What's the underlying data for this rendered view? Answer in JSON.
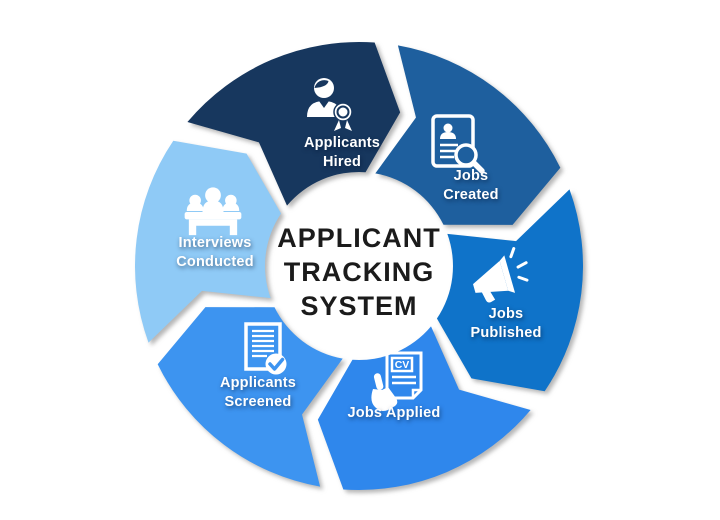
{
  "page": {
    "background": "#ffffff"
  },
  "diagram": {
    "type": "cycle-arrows",
    "direction": "clockwise",
    "title_lines": [
      "APPLICANT",
      "TRACKING",
      "SYSTEM"
    ],
    "title_color": "#1b1b1b",
    "label_color": "#ffffff",
    "segments": [
      {
        "id": "applicants-hired",
        "label_lines": [
          "Applicants",
          "Hired"
        ],
        "color": "#17375e",
        "icon": "person-medal-icon"
      },
      {
        "id": "jobs-created",
        "label_lines": [
          "Jobs",
          "Created"
        ],
        "color": "#1e5f9e",
        "icon": "document-search-icon"
      },
      {
        "id": "jobs-published",
        "label_lines": [
          "Jobs",
          "Published"
        ],
        "color": "#0f73c9",
        "icon": "megaphone-icon"
      },
      {
        "id": "jobs-applied",
        "label_lines": [
          "Jobs Applied"
        ],
        "color": "#2f87ec",
        "icon": "cv-hand-icon"
      },
      {
        "id": "applicants-screened",
        "label_lines": [
          "Applicants",
          "Screened"
        ],
        "color": "#3d94f0",
        "icon": "document-check-icon"
      },
      {
        "id": "interviews-conducted",
        "label_lines": [
          "Interviews",
          "Conducted"
        ],
        "color": "#8fcaf6",
        "icon": "interview-panel-icon"
      }
    ]
  }
}
